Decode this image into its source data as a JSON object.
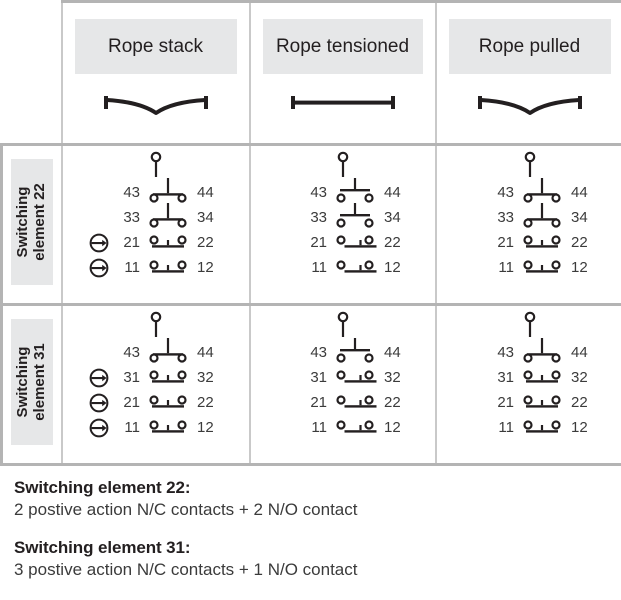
{
  "table": {
    "columns": [
      {
        "id": "rope-stack",
        "label": "Rope stack",
        "rope": "slack"
      },
      {
        "id": "rope-tensioned",
        "label": "Rope tensioned",
        "rope": "straight"
      },
      {
        "id": "rope-pulled",
        "label": "Rope pulled",
        "rope": "slack"
      }
    ],
    "rows": [
      {
        "id": "switching-element-22",
        "label": "Switching\nelement 22",
        "cells": [
          {
            "column": "rope-stack",
            "actuator": true,
            "contacts": [
              {
                "left": "43",
                "right": "44",
                "type": "no",
                "state": "closed",
                "positive_action": false
              },
              {
                "left": "33",
                "right": "34",
                "type": "no",
                "state": "closed",
                "positive_action": false
              },
              {
                "left": "21",
                "right": "22",
                "type": "nc",
                "state": "closed",
                "positive_action": true
              },
              {
                "left": "11",
                "right": "12",
                "type": "nc",
                "state": "closed",
                "positive_action": true
              }
            ]
          },
          {
            "column": "rope-tensioned",
            "actuator": true,
            "contacts": [
              {
                "left": "43",
                "right": "44",
                "type": "no",
                "state": "open",
                "positive_action": false
              },
              {
                "left": "33",
                "right": "34",
                "type": "no",
                "state": "open",
                "positive_action": false
              },
              {
                "left": "21",
                "right": "22",
                "type": "nc",
                "state": "shifted",
                "positive_action": false
              },
              {
                "left": "11",
                "right": "12",
                "type": "nc",
                "state": "shifted",
                "positive_action": false
              }
            ]
          },
          {
            "column": "rope-pulled",
            "actuator": true,
            "contacts": [
              {
                "left": "43",
                "right": "44",
                "type": "no",
                "state": "closed",
                "positive_action": false
              },
              {
                "left": "33",
                "right": "34",
                "type": "no",
                "state": "closed",
                "positive_action": false
              },
              {
                "left": "21",
                "right": "22",
                "type": "nc",
                "state": "closed",
                "positive_action": false
              },
              {
                "left": "11",
                "right": "12",
                "type": "nc",
                "state": "closed",
                "positive_action": false
              }
            ]
          }
        ]
      },
      {
        "id": "switching-element-31",
        "label": "Switching\nelement 31",
        "cells": [
          {
            "column": "rope-stack",
            "actuator": true,
            "contacts": [
              {
                "left": "43",
                "right": "44",
                "type": "no",
                "state": "closed",
                "positive_action": false
              },
              {
                "left": "31",
                "right": "32",
                "type": "nc",
                "state": "closed",
                "positive_action": true
              },
              {
                "left": "21",
                "right": "22",
                "type": "nc",
                "state": "closed",
                "positive_action": true
              },
              {
                "left": "11",
                "right": "12",
                "type": "nc",
                "state": "closed",
                "positive_action": true
              }
            ]
          },
          {
            "column": "rope-tensioned",
            "actuator": true,
            "contacts": [
              {
                "left": "43",
                "right": "44",
                "type": "no",
                "state": "open",
                "positive_action": false
              },
              {
                "left": "31",
                "right": "32",
                "type": "nc",
                "state": "shifted",
                "positive_action": false
              },
              {
                "left": "21",
                "right": "22",
                "type": "nc",
                "state": "shifted",
                "positive_action": false
              },
              {
                "left": "11",
                "right": "12",
                "type": "nc",
                "state": "shifted",
                "positive_action": false
              }
            ]
          },
          {
            "column": "rope-pulled",
            "actuator": true,
            "contacts": [
              {
                "left": "43",
                "right": "44",
                "type": "no",
                "state": "closed",
                "positive_action": false
              },
              {
                "left": "31",
                "right": "32",
                "type": "nc",
                "state": "closed",
                "positive_action": false
              },
              {
                "left": "21",
                "right": "22",
                "type": "nc",
                "state": "closed",
                "positive_action": false
              },
              {
                "left": "11",
                "right": "12",
                "type": "nc",
                "state": "closed",
                "positive_action": false
              }
            ]
          }
        ]
      }
    ]
  },
  "caption": {
    "blocks": [
      {
        "heading": "Switching element 22:",
        "text": "2 postive action N/C contacts + 2 N/O contact"
      },
      {
        "heading": "Switching element 31:",
        "text": "3 postive action N/C contacts + 1 N/O contact"
      }
    ]
  },
  "colors": {
    "border": "#b4b4b4",
    "inner_border": "#c9c9c9",
    "chip_bg": "#e6e7e8",
    "ink": "#231f20",
    "label_ink": "#3b3b3b"
  }
}
